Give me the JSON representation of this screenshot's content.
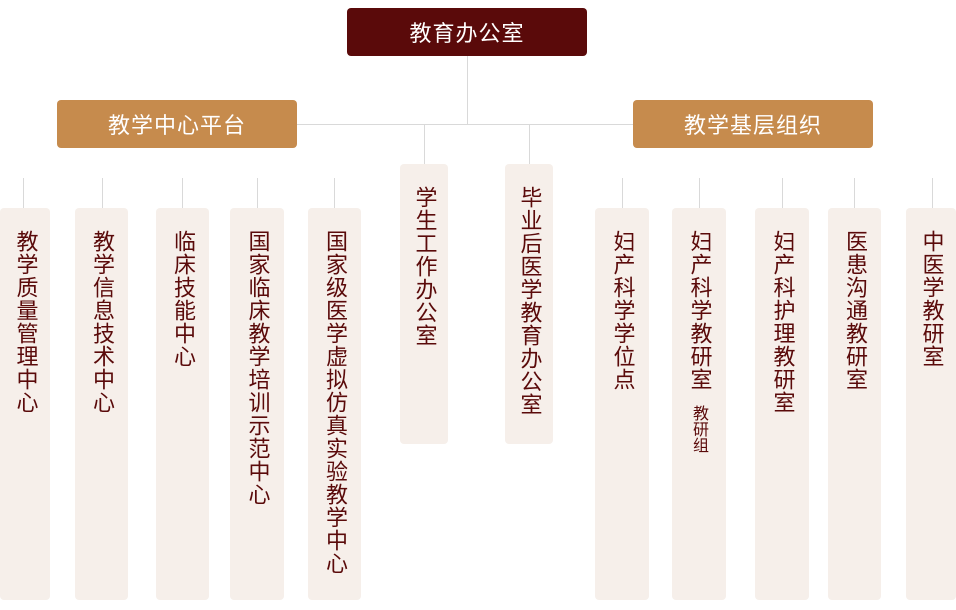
{
  "root": "教育办公室",
  "left_branch": "教学中心平台",
  "right_branch": "教学基层组织",
  "middle_items": [
    {
      "label": "学生工作办公室"
    },
    {
      "label": "毕业后医学教育办公室"
    }
  ],
  "left_items": [
    {
      "label": "教学质量管理中心"
    },
    {
      "label": "教学信息技术中心"
    },
    {
      "label": "临床技能中心"
    },
    {
      "label": "国家临床教学培训示范中心"
    },
    {
      "label": "国家级医学虚拟仿真实验教学中心"
    }
  ],
  "right_items": [
    {
      "label": "妇产科学学位点"
    },
    {
      "label": "妇产科学教研室",
      "sub": "教研组"
    },
    {
      "label": "妇产科护理教研室"
    },
    {
      "label": "医患沟通教研室"
    },
    {
      "label": "中医学教研室"
    }
  ],
  "colors": {
    "root_bg": "#5a0a0a",
    "branch_bg": "#c68b4d",
    "card_bg": "#f6efea",
    "card_text": "#5a0a0a",
    "connector": "#d9d9d9"
  }
}
